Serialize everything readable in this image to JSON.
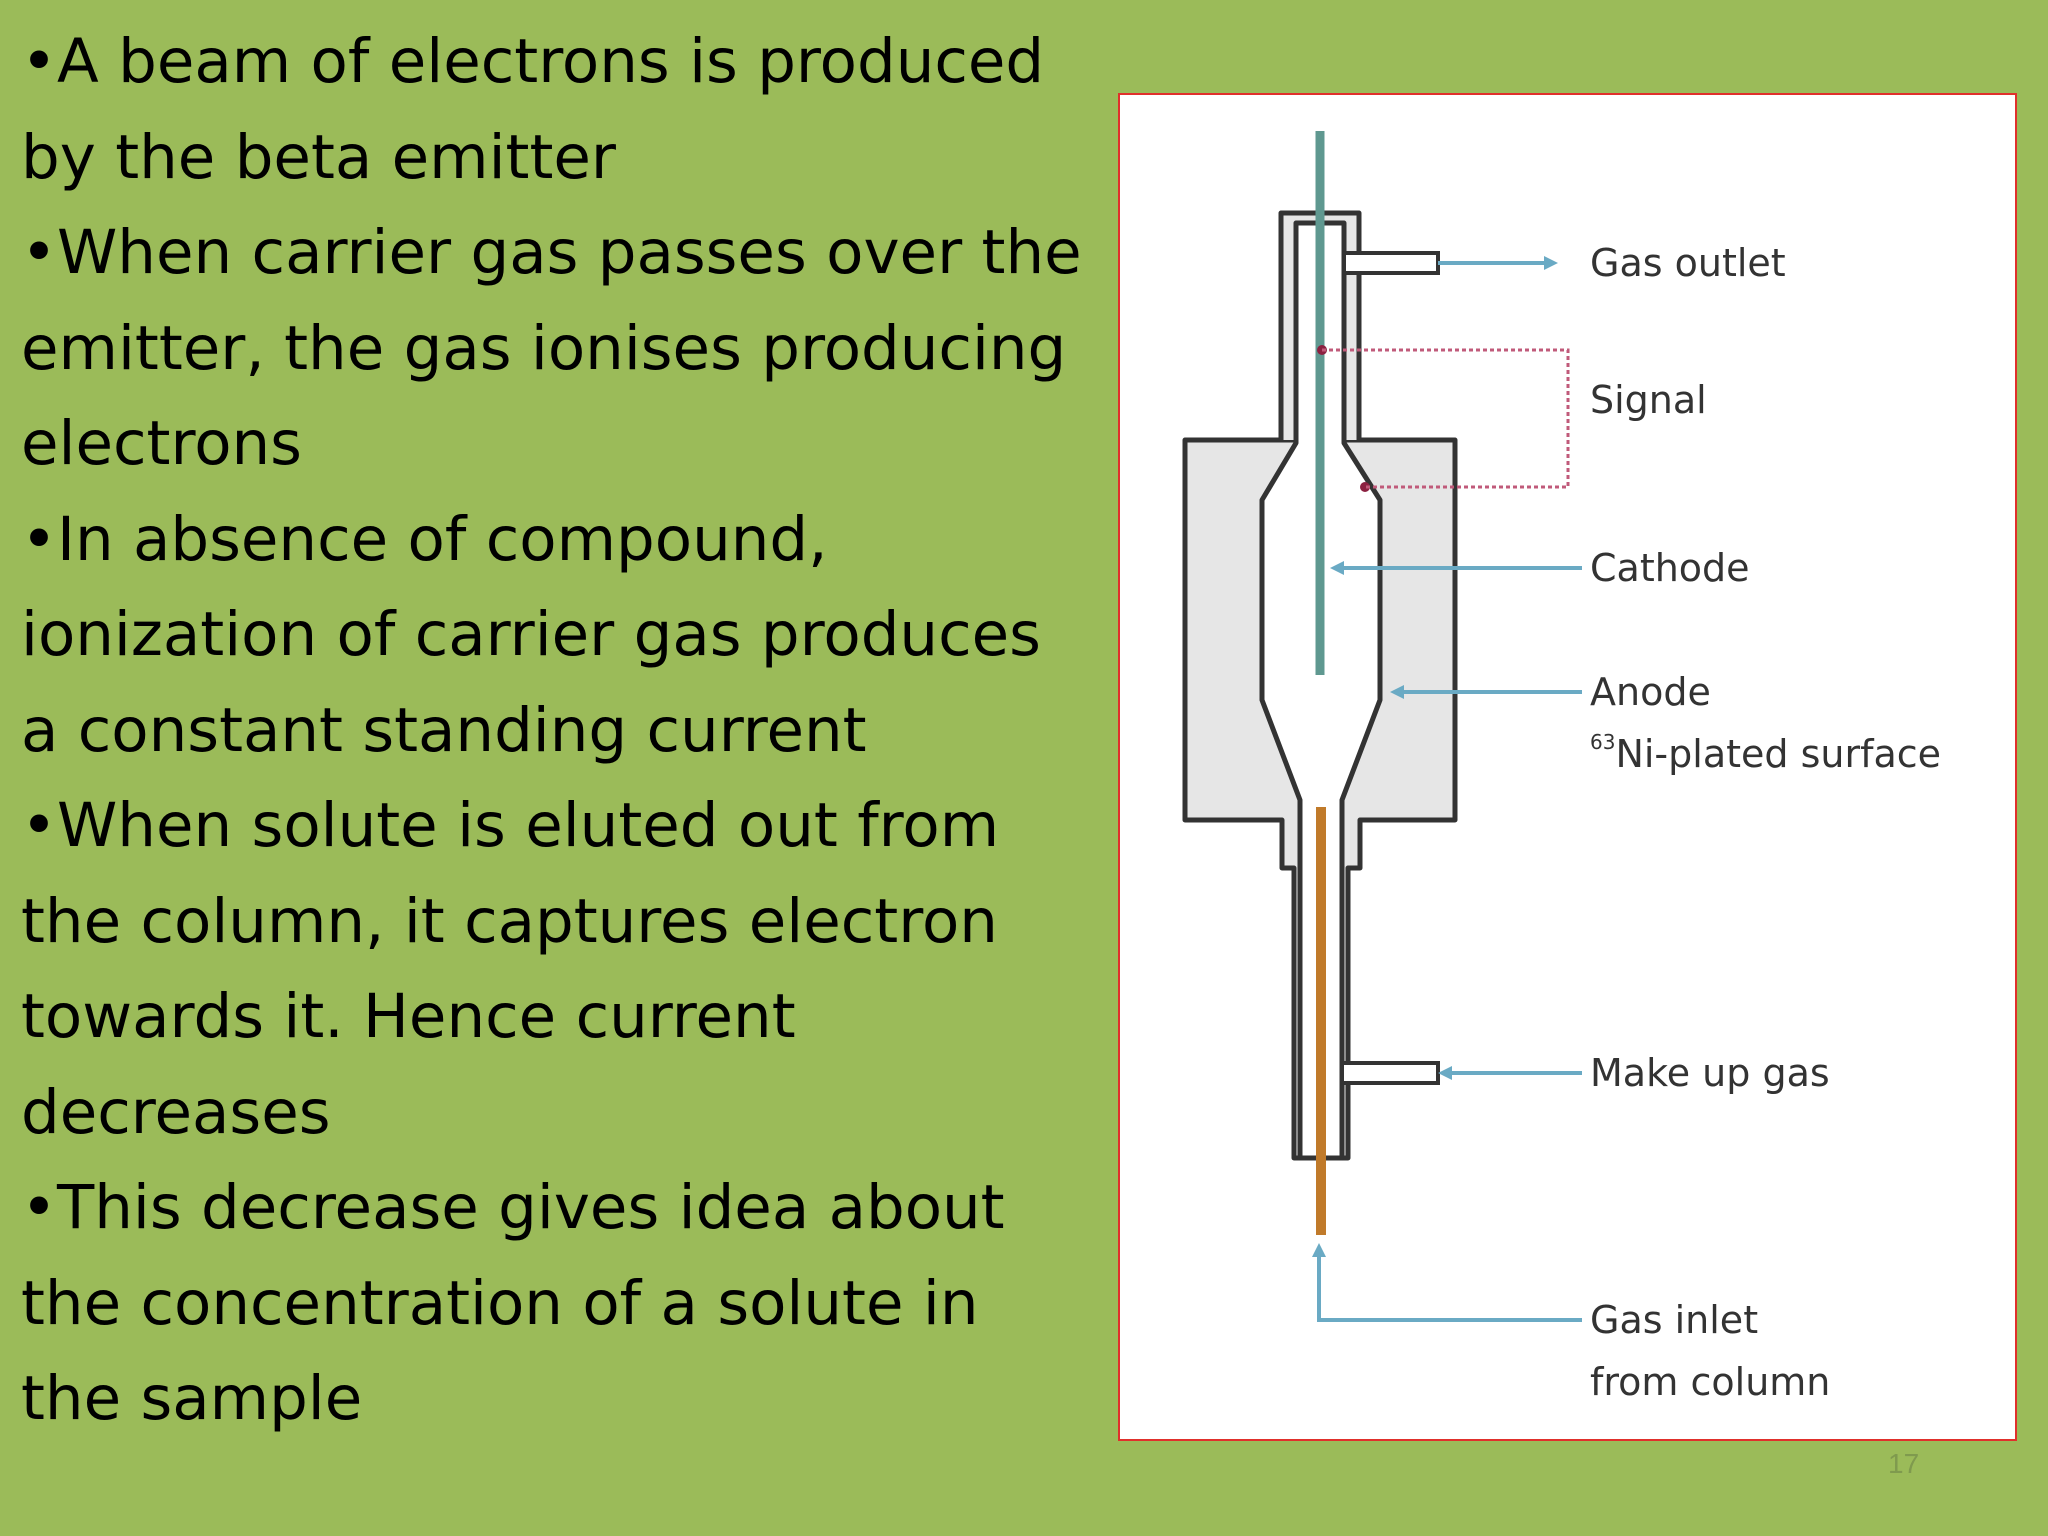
{
  "slide": {
    "bullet_char": "•",
    "lines": [
      {
        "bullet": true,
        "text": "A beam of electrons is produced"
      },
      {
        "bullet": false,
        "text": "by the beta emitter"
      },
      {
        "bullet": true,
        "text": "When carrier gas passes over the"
      },
      {
        "bullet": false,
        "text": "emitter, the gas ionises producing"
      },
      {
        "bullet": false,
        "text": "electrons"
      },
      {
        "bullet": true,
        "text": "In absence of compound,"
      },
      {
        "bullet": false,
        "text": "ionization of carrier gas produces"
      },
      {
        "bullet": false,
        "text": "a constant standing current"
      },
      {
        "bullet": true,
        "text": "When solute is eluted out from"
      },
      {
        "bullet": false,
        "text": "the column, it captures electron"
      },
      {
        "bullet": false,
        "text": "towards it. Hence current"
      },
      {
        "bullet": false,
        "text": "decreases"
      },
      {
        "bullet": true,
        "text": "This decrease gives idea about"
      },
      {
        "bullet": false,
        "text": "the concentration of a solute in"
      },
      {
        "bullet": false,
        "text": "the sample"
      }
    ],
    "page_number": "17"
  },
  "diagram": {
    "labels": {
      "gas_outlet": "Gas outlet",
      "signal": "Signal",
      "cathode": "Cathode",
      "anode": "Anode",
      "ni_surface_sup": "63",
      "ni_surface": "Ni-plated surface",
      "make_up_gas": "Make up gas",
      "gas_inlet": "Gas inlet",
      "from_column": "from column"
    },
    "colors": {
      "background": "#9bbb59",
      "frame_border": "#e0302c",
      "body_fill": "#e6e6e6",
      "outline": "#333333",
      "electrode": "#5f9890",
      "column": "#c07a2a",
      "arrow": "#6aaac4",
      "signal_line": "#c05a7a",
      "label": "#333333"
    }
  }
}
